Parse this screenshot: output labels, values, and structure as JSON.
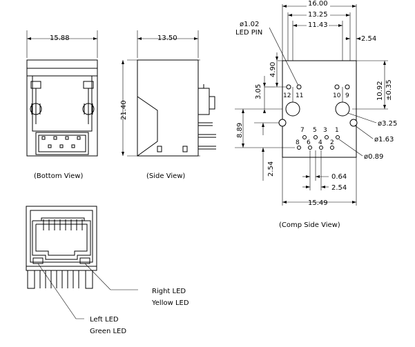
{
  "bottom_view": {
    "width": "15.88",
    "caption": "(Bottom View)"
  },
  "side_view": {
    "width": "13.50",
    "height": "21.40",
    "caption": "(Side View)"
  },
  "comp_side_view": {
    "caption": "(Comp Side View)",
    "dims": {
      "total_width": "16.00",
      "w1": "13.25",
      "w2": "11.43",
      "w3": "2.54",
      "h1": "4.90",
      "h2": "3.05",
      "h3": "8.89",
      "h4": "2.54",
      "h5": "10.92",
      "h5_tol": "±0.35",
      "d1": "0.64",
      "d2": "2.54",
      "bottom_width": "15.49",
      "led_pin": "ø1.02",
      "led_pin_label": "LED PIN",
      "hole_large": "ø3.25",
      "hole_med": "ø1.63",
      "hole_small": "ø0.89"
    },
    "pins_top": [
      "12",
      "11",
      "10",
      "9"
    ],
    "pins_upper": [
      "7",
      "5",
      "3",
      "1"
    ],
    "pins_lower": [
      "8",
      "6",
      "4",
      "2"
    ]
  },
  "front_view": {
    "right_led": "Right LED",
    "right_led_color": "Yellow LED",
    "left_led": "Left LED",
    "left_led_color": "Green LED"
  }
}
